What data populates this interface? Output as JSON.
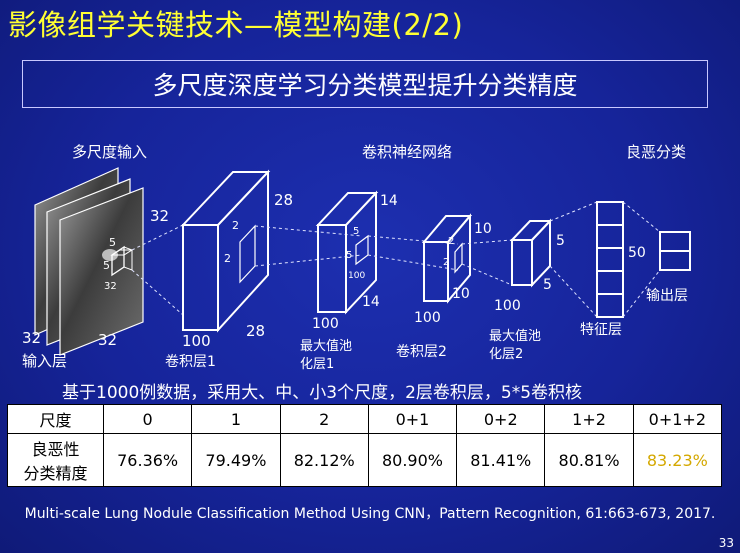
{
  "title": "影像组学关键技术—模型构建(2/2)",
  "subtitle": "多尺度深度学习分类模型提升分类精度",
  "diagram": {
    "section_labels": {
      "input": "多尺度输入",
      "cnn": "卷积神经网络",
      "classify": "良恶分类"
    },
    "input_layer": {
      "label": "输入层",
      "width": "32",
      "height": "32",
      "depth": "32",
      "patch_size_a": "5",
      "patch_size_b": "5",
      "patch_depth": "32"
    },
    "conv1": {
      "label": "卷积层1",
      "size": "28",
      "depth": "100",
      "kernel_a": "2",
      "kernel_b": "2"
    },
    "pool1": {
      "label_line1": "最大值池",
      "label_line2": "化层1",
      "size_a": "14",
      "size_b": "14",
      "depth": "100",
      "kernel_a": "5",
      "kernel_b": "5",
      "kernel_depth": "100"
    },
    "conv2": {
      "label": "卷积层2",
      "size_a": "10",
      "size_b": "10",
      "depth": "100",
      "kernel_a": "2",
      "kernel_b": "2"
    },
    "pool2": {
      "label_line1": "最大值池",
      "label_line2": "化层2",
      "size_a": "5",
      "size_b": "5",
      "depth": "100"
    },
    "feature": {
      "label": "特征层",
      "size": "50"
    },
    "output": {
      "label": "输出层"
    }
  },
  "note": "基于1000例数据，采用大、中、小3个尺度，2层卷积层，5*5卷积核",
  "table": {
    "header": [
      "尺度",
      "0",
      "1",
      "2",
      "0+1",
      "0+2",
      "1+2",
      "0+1+2"
    ],
    "row_label_line1": "良恶性",
    "row_label_line2": "分类精度",
    "values": [
      "76.36%",
      "79.49%",
      "82.12%",
      "80.90%",
      "81.41%",
      "80.81%",
      "83.23%"
    ],
    "highlight_color": "#d4a800"
  },
  "citation": "Multi-scale Lung Nodule Classification Method Using CNN，Pattern Recognition, 61:663-673, 2017.",
  "page_number": "33"
}
